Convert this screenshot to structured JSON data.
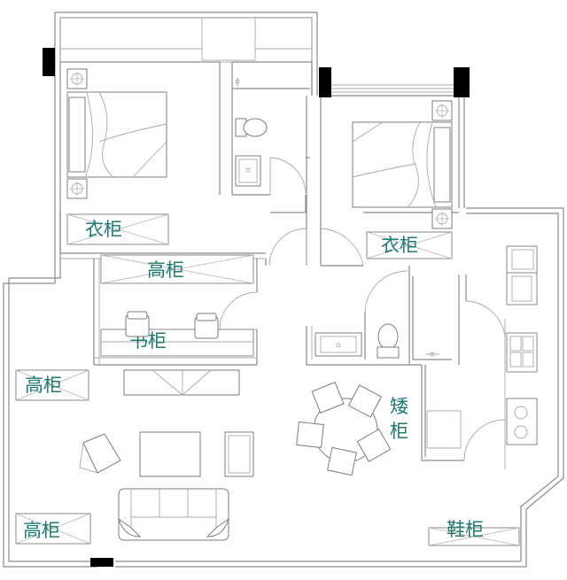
{
  "labels": {
    "wardrobe_left": "衣柜",
    "wardrobe_right": "衣柜",
    "tall_cabinet_top": "高柜",
    "bookcase": "书柜",
    "tall_cabinet_left_upper": "高柜",
    "tall_cabinet_left_lower": "高柜",
    "low_cabinet_1": "矮",
    "low_cabinet_2": "柜",
    "shoe_cabinet": "鞋柜"
  },
  "colors": {
    "label": "#1f7b72",
    "wall": "#8a8a8a",
    "column": "#000000"
  }
}
